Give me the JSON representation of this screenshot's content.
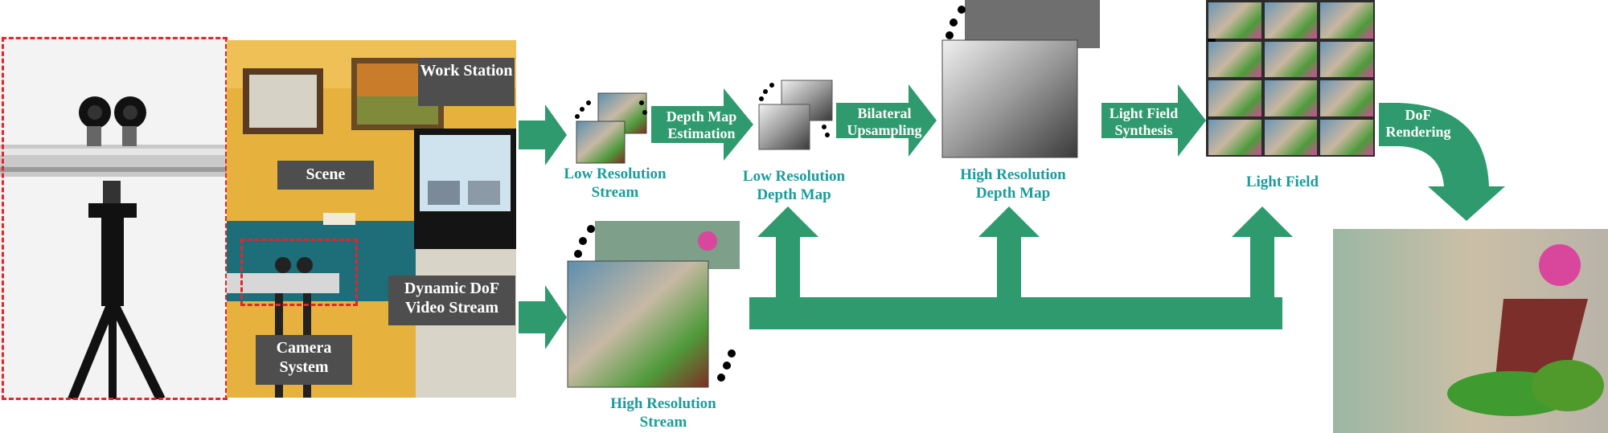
{
  "colors": {
    "arrow_green": "#2e9a6e",
    "label_teal": "#1a9c9c",
    "callout_grey": "#4e4e4e",
    "dashed_red": "#e3262b"
  },
  "photo_labels": {
    "work_station": "Work Station",
    "scene": "Scene",
    "dynamic_dof": "Dynamic DoF Video Stream",
    "camera_system": "Camera System"
  },
  "arrow_labels": {
    "depth_map_estimation": "Depth Map Estimation",
    "bilateral_upsampling": "Bilateral Upsampling",
    "light_field_synthesis": "Light Field Synthesis",
    "dof_rendering": "DoF Rendering"
  },
  "stage_labels": {
    "low_res_stream": "Low Resolution Stream",
    "high_res_stream": "High Resolution Stream",
    "low_res_depth": "Low Resolution Depth Map",
    "high_res_depth": "High Resolution Depth Map",
    "light_field": "Light Field"
  }
}
